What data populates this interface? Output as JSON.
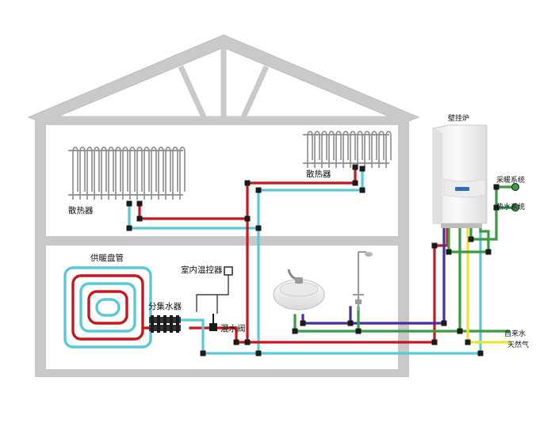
{
  "labels": {
    "radiator_left": "散热器",
    "radiator_right": "散热器",
    "floor_heating_coil": "供暖盘管",
    "room_thermostat": "室内温控器",
    "manifold": "分集水器",
    "mixing_valve": "混水阀",
    "boiler": "壁挂炉",
    "heating_system": "采暖系统",
    "hot_water_system": "热水系统",
    "tap_water": "自来水",
    "natural_gas": "天然气"
  },
  "colors": {
    "house_frame": "#c9c9c9",
    "supply_pipe": "#c8161d",
    "return_pipe": "#5bc8d8",
    "hot_water_pipe": "#4a2c9a",
    "cold_water_pipe": "#3a9a45",
    "gas_pipe": "#e8e23a",
    "boiler_body": "#f4f4f4",
    "boiler_accent": "#2f6db0",
    "connector": "#1b1b1b"
  }
}
